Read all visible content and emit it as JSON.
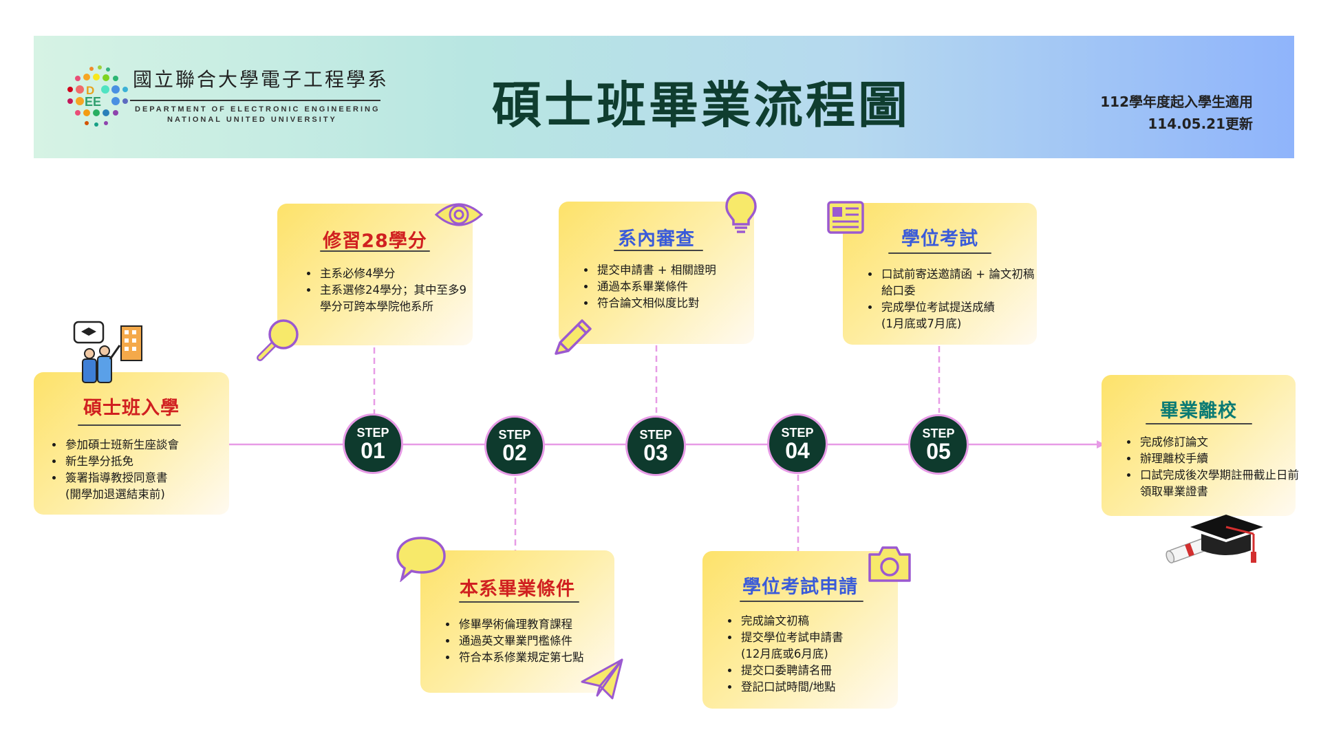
{
  "header": {
    "dept_zh": "國立聯合大學電子工程學系",
    "dept_en1": "DEPARTMENT OF ELECTRONIC ENGINEERING",
    "dept_en2": "NATIONAL UNITED UNIVERSITY",
    "title": "碩士班畢業流程圖",
    "note1": "112學年度起入學生適用",
    "note2": "114.05.21更新"
  },
  "steps": [
    {
      "label": "STEP",
      "num": "01"
    },
    {
      "label": "STEP",
      "num": "02"
    },
    {
      "label": "STEP",
      "num": "03"
    },
    {
      "label": "STEP",
      "num": "04"
    },
    {
      "label": "STEP",
      "num": "05"
    }
  ],
  "cards": {
    "start": {
      "title": "碩士班入學",
      "items": [
        "參加碩士班新生座談會",
        "新生學分抵免",
        "簽署指導教授同意書",
        "(開學加退選結束前)"
      ]
    },
    "step1": {
      "title": "修習28學分",
      "items": [
        "主系必修4學分",
        "主系選修24學分；其中至多9學分可跨本學院他系所"
      ]
    },
    "step2": {
      "title": "本系畢業條件",
      "items": [
        "修畢學術倫理教育課程",
        "通過英文畢業門檻條件",
        "符合本系修業規定第七點"
      ]
    },
    "step3": {
      "title": "系內審查",
      "items": [
        "提交申請書 + 相關證明",
        "通過本系畢業條件",
        "符合論文相似度比對"
      ]
    },
    "step4": {
      "title": "學位考試申請",
      "items": [
        "完成論文初稿",
        "提交學位考試申請書",
        "(12月底或6月底)",
        "提交口委聘請名冊",
        "登記口試時間/地點"
      ]
    },
    "step5": {
      "title": "學位考試",
      "items": [
        "口試前寄送邀請函 + 論文初稿給口委",
        "完成學位考試提送成績",
        "(1月底或7月底)"
      ]
    },
    "end": {
      "title": "畢業離校",
      "items": [
        "完成修訂論文",
        "辦理離校手續",
        "口試完成後次學期註冊截止日前領取畢業證書"
      ]
    }
  },
  "colors": {
    "step_fill": "#0e3a2d",
    "step_ring": "#e79be6",
    "connector": "#e79be6",
    "title_red": "#d02020",
    "title_blue": "#3a5bd9",
    "title_teal": "#0b7b74",
    "icon_purple": "#9b59d0",
    "icon_yellow": "#f7e96a"
  },
  "icons": [
    "logo-dots",
    "student-group-icon",
    "eye-icon",
    "magnifier-icon",
    "speech-bubble-icon",
    "paper-plane-icon",
    "lightbulb-icon",
    "pencil-icon",
    "camera-icon",
    "newspaper-icon",
    "graduation-cap-icon"
  ]
}
